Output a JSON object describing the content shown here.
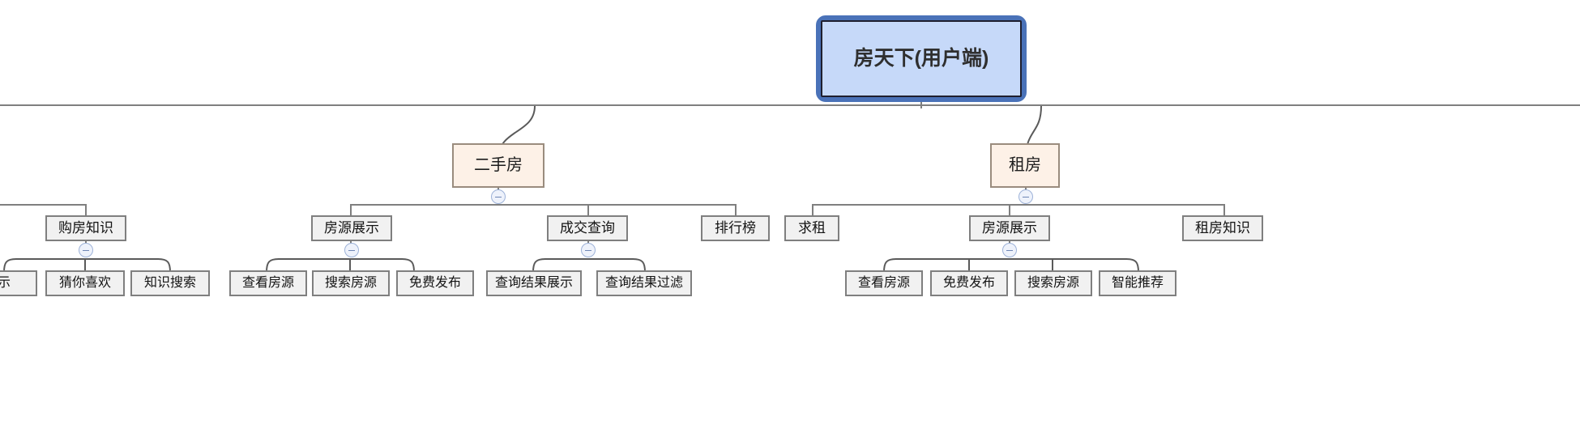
{
  "diagram": {
    "type": "mindmap-tree",
    "title": "房天下(用户端)",
    "collapse_glyph": "−",
    "colors": {
      "root_fill": "#c6d9f9",
      "root_frame": "#4a72b8",
      "level2_fill": "#fdf1e7",
      "level2_border": "#9a8c7e",
      "node_fill": "#f1f1f1",
      "node_border": "#7f7f7f",
      "edge": "#7f7f7f",
      "handle_border": "#9db2d8"
    }
  },
  "root": {
    "label": "房天下(用户端)"
  },
  "branches": {
    "ershoufang": {
      "label": "二手房",
      "children": {
        "fangyuanzhanshi": {
          "label": "房源展示",
          "leaves": [
            {
              "label": "查看房源"
            },
            {
              "label": "搜索房源"
            },
            {
              "label": "免费发布"
            }
          ]
        },
        "chengjiaochaxun": {
          "label": "成交查询",
          "leaves": [
            {
              "label": "查询结果展示"
            },
            {
              "label": "查询结果过滤"
            }
          ]
        },
        "paihangbang": {
          "label": "排行榜",
          "leaves": []
        }
      }
    },
    "zufang": {
      "label": "租房",
      "children": {
        "qiuzu": {
          "label": "求租",
          "leaves": []
        },
        "fangyuanzhanshi": {
          "label": "房源展示",
          "leaves": [
            {
              "label": "查看房源"
            },
            {
              "label": "免费发布"
            },
            {
              "label": "搜索房源"
            },
            {
              "label": "智能推荐"
            }
          ]
        },
        "zufangzhishi": {
          "label": "租房知识",
          "leaves": []
        }
      }
    }
  },
  "offscreen_left": {
    "gouFangZhiShi": {
      "label": "购房知识",
      "leaves": [
        {
          "label": "展示"
        },
        {
          "label": "猜你喜欢"
        },
        {
          "label": "知识搜索"
        }
      ]
    }
  }
}
